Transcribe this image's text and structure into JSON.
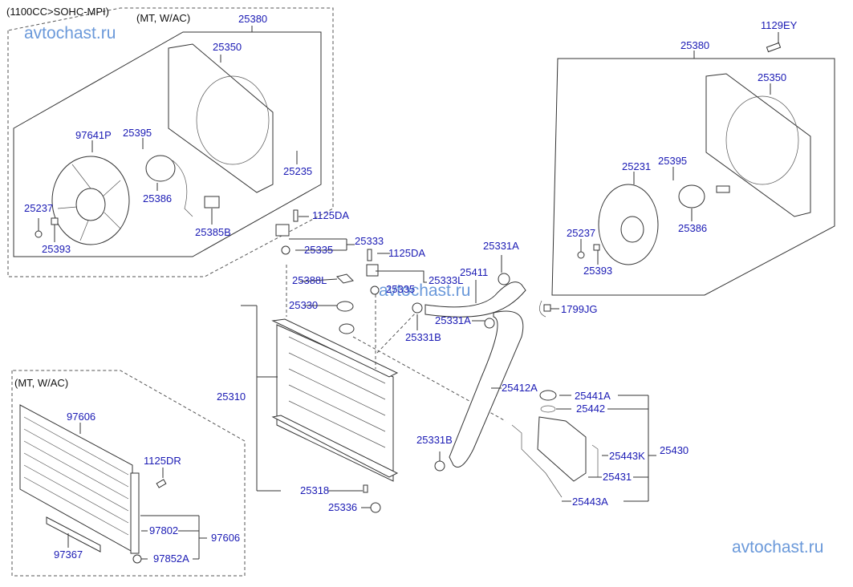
{
  "watermarks": [
    "avtochast.ru",
    "avtochast.ru",
    "avtochast.ru"
  ],
  "notes": {
    "engine": "(1100CC>SOHC-MPI)",
    "top_left_variant": "(MT, W/AC)",
    "bottom_left_variant": "(MT, W/AC)"
  },
  "parts": {
    "fan_left": {
      "shroud_assy": "25380",
      "shroud": "25350",
      "fan": "97641P",
      "screw": "25395",
      "motor": "25386",
      "bolt": "25235",
      "nut": "25237",
      "washer": "25393",
      "connector": "25385B"
    },
    "fan_right": {
      "bolt": "1129EY",
      "shroud_assy": "25380",
      "shroud": "25350",
      "fan": "25231",
      "screw": "25395",
      "motor": "25386",
      "nut": "25237",
      "washer": "25393"
    },
    "radiator": {
      "bolt_1": "1125DA",
      "bracket_assy": "25333",
      "insulator_1": "25335",
      "bolt_2": "1125DA",
      "seal": "25388L",
      "bracket_l": "25333L",
      "insulator_2": "25335",
      "cap": "25330",
      "clamp_b_upper": "25331B",
      "radiator_assy": "25310",
      "clamp_b_lower": "25331B",
      "drain_plug": "25318",
      "lower_insulator": "25336"
    },
    "hoses": {
      "clamp_a_upper": "25331A",
      "upper_hose": "25411",
      "clamp_a_mid": "25331A",
      "clip": "1799JG",
      "lower_hose": "25412A"
    },
    "reservoir": {
      "cap": "25441A",
      "gasket": "25442",
      "hose_k": "25443K",
      "assy": "25430",
      "tank": "25431",
      "hose_a": "25443A"
    },
    "condenser": {
      "condenser": "97606",
      "bolt": "1125DR",
      "drier": "97802",
      "assy": "97606",
      "cap": "97852A",
      "seal": "97367"
    }
  }
}
